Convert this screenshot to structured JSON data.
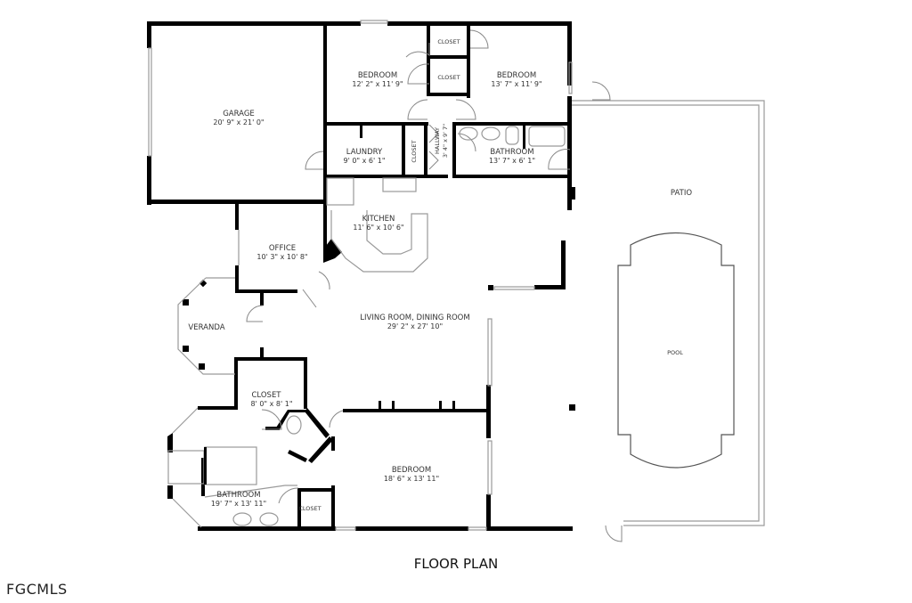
{
  "title": "FLOOR PLAN",
  "watermark": "FGCMLS",
  "rooms": {
    "garage": {
      "name": "GARAGE",
      "dims": "20' 9\" x 21' 0\""
    },
    "bedroom_1": {
      "name": "BEDROOM",
      "dims": "12' 2\" x 11' 9\""
    },
    "closet_top_1": {
      "name": "CLOSET"
    },
    "closet_top_2": {
      "name": "CLOSET"
    },
    "bedroom_2": {
      "name": "BEDROOM",
      "dims": "13' 7\" x 11' 9\""
    },
    "laundry": {
      "name": "LAUNDRY",
      "dims": "9' 0\" x 6' 1\""
    },
    "closet_laundry": {
      "name": "CLOSET"
    },
    "hallway": {
      "name": "HALLWAY",
      "dims": "3' 4\" x 9' 7\""
    },
    "bathroom_1": {
      "name": "BATHROOM",
      "dims": "13' 7\" x 6' 1\""
    },
    "kitchen": {
      "name": "KITCHEN",
      "dims": "11' 6\" x 10' 6\""
    },
    "office": {
      "name": "OFFICE",
      "dims": "10' 3\" x 10' 8\""
    },
    "veranda": {
      "name": "VERANDA"
    },
    "living_dining": {
      "name": "LIVING ROOM, DINING ROOM",
      "dims": "29' 2\" x 27' 10\""
    },
    "closet_master": {
      "name": "CLOSET",
      "dims": "8' 0\" x 8' 1\""
    },
    "bathroom_master": {
      "name": "BATHROOM",
      "dims": "19' 7\" x 13' 11\""
    },
    "closet_master_bath": {
      "name": "CLOSET"
    },
    "bedroom_master": {
      "name": "BEDROOM",
      "dims": "18' 6\" x 13' 11\""
    },
    "patio": {
      "name": "PATIO"
    },
    "pool": {
      "name": "POOL"
    }
  }
}
